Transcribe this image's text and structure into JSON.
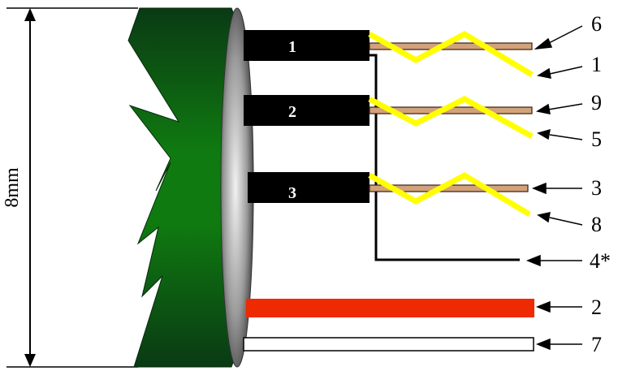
{
  "dimension": {
    "label": "8mm"
  },
  "colors": {
    "body_green": "#0f7a10",
    "body_dark": "#0a3a12",
    "cap_grey": "#9a9a9a",
    "sensor_black": "#000000",
    "wire_yellow": "#ffff00",
    "wire_copper": "#d2a27a",
    "wire_red": "#ee2a00",
    "wire_white": "#ffffff",
    "wire_black": "#000000"
  },
  "sensors": [
    {
      "id": "sensor-1",
      "label": "1"
    },
    {
      "id": "sensor-2",
      "label": "2"
    },
    {
      "id": "sensor-3",
      "label": "3"
    }
  ],
  "wire_labels": {
    "w6": "6",
    "w1": "1",
    "w9": "9",
    "w5": "5",
    "w3": "3",
    "w8": "8",
    "w4": "4*",
    "w2": "2",
    "w7": "7"
  }
}
